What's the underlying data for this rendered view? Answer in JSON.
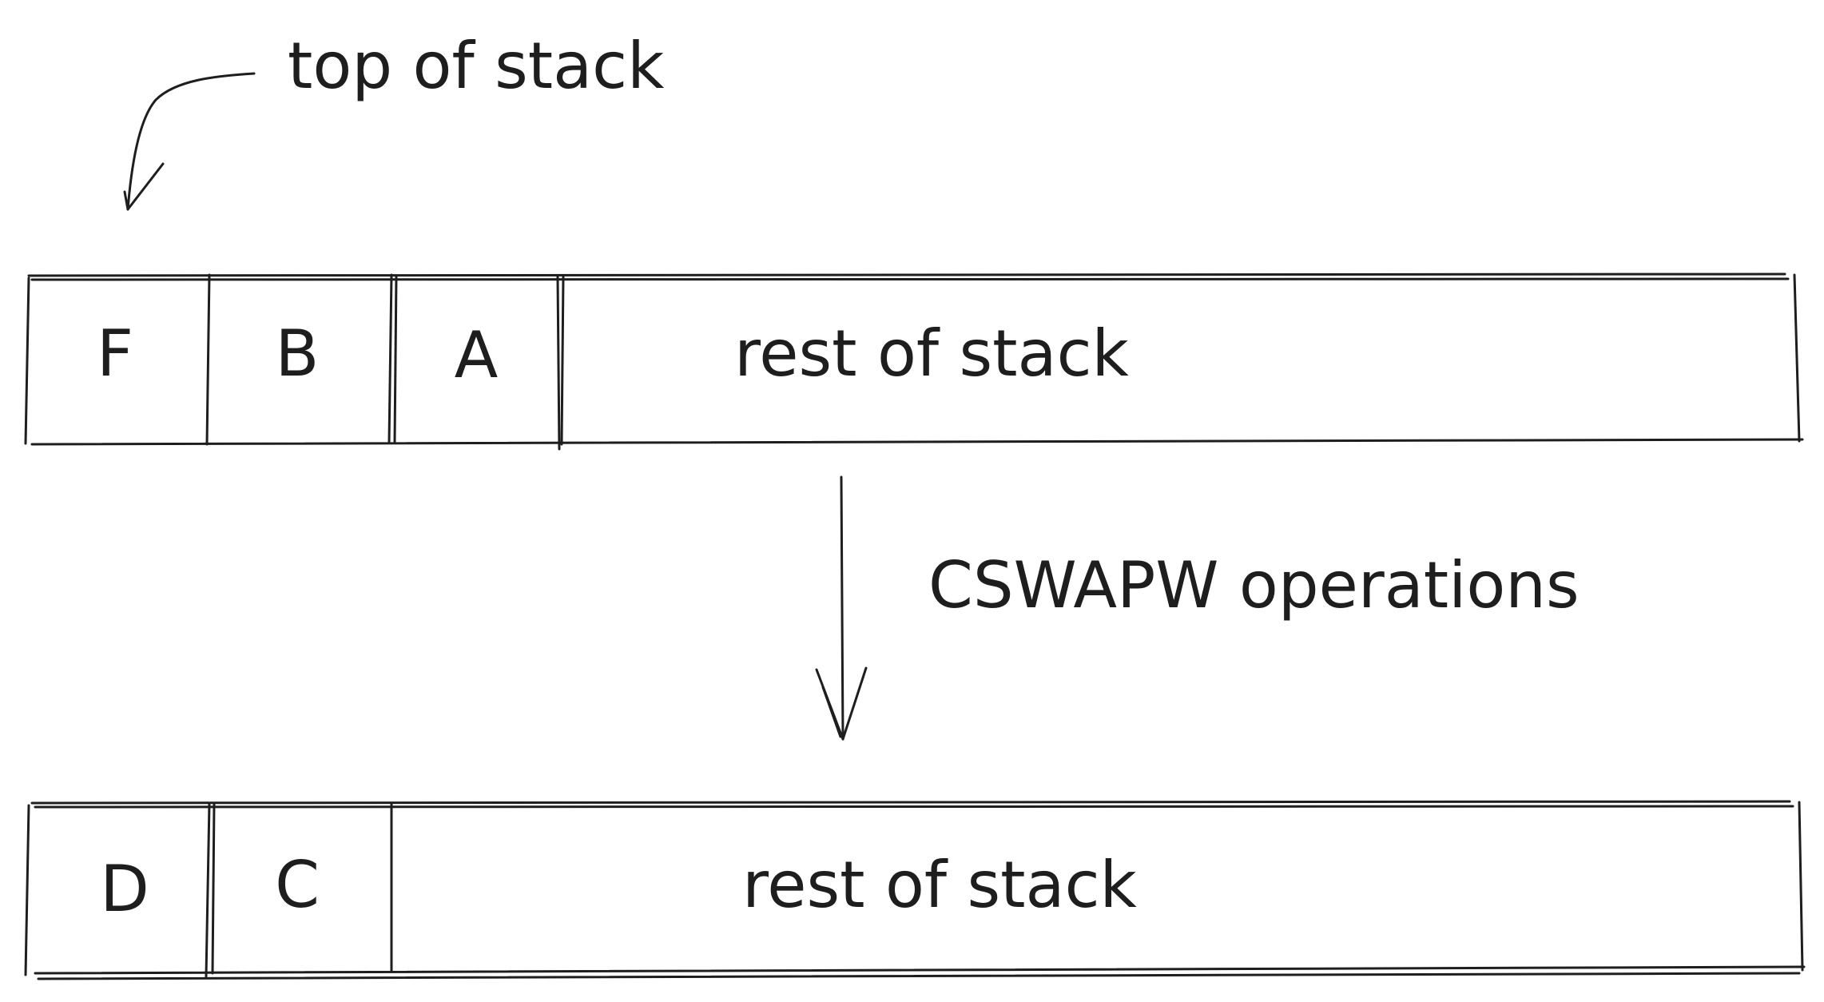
{
  "annotations": {
    "top_label": "top of stack",
    "operation_label": "CSWAPW operations"
  },
  "stack_before": {
    "cells": [
      "F",
      "B",
      "A"
    ],
    "rest_label": "rest of stack"
  },
  "stack_after": {
    "cells": [
      "D",
      "C"
    ],
    "rest_label": "rest of stack"
  },
  "colors": {
    "ink": "#1e1e1e",
    "background": "#ffffff"
  }
}
